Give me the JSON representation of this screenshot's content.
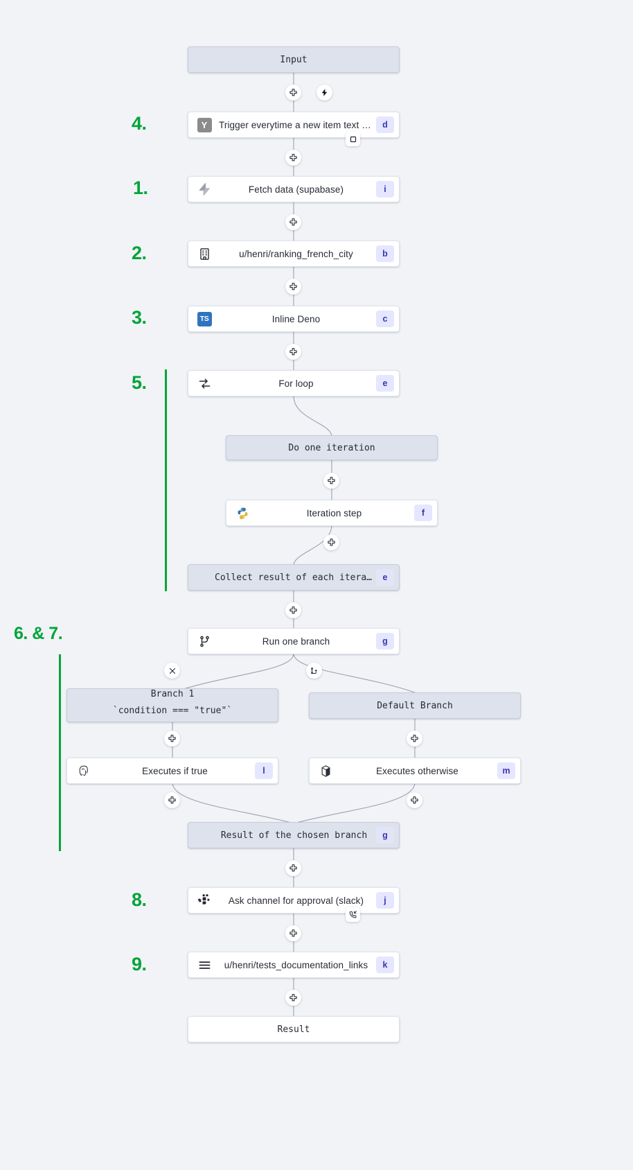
{
  "diagram": {
    "type": "workflow-flowchart",
    "background_color": "#f1f3f7",
    "accent_color": "#00a438",
    "badge_color": "#e5e6ff",
    "badge_text_color": "#3b35b5"
  },
  "step_numbers": [
    {
      "text": "4.",
      "for_node": "trigger"
    },
    {
      "text": "1.",
      "for_node": "fetch-data"
    },
    {
      "text": "2.",
      "for_node": "ranking-french-city"
    },
    {
      "text": "3.",
      "for_node": "inline-deno"
    },
    {
      "text": "5.",
      "for_node": "for-loop"
    },
    {
      "text": "6. & 7.",
      "for_node": "run-one-branch"
    },
    {
      "text": "8.",
      "for_node": "ask-channel-approval"
    },
    {
      "text": "9.",
      "for_node": "tests-documentation-links"
    }
  ],
  "nodes": {
    "input": {
      "label": "Input",
      "style": "grey",
      "mono": true,
      "badge": ""
    },
    "trigger": {
      "label": "Trigger everytime a new item text o…",
      "style": "white",
      "mono": false,
      "badge": "d",
      "icon": "yaml-y-icon"
    },
    "fetch_data": {
      "label": "Fetch data (supabase)",
      "style": "white",
      "mono": false,
      "badge": "i",
      "icon": "supabase-icon"
    },
    "ranking_french_city": {
      "label": "u/henri/ranking_french_city",
      "style": "white",
      "mono": false,
      "badge": "b",
      "icon": "building-icon"
    },
    "inline_deno": {
      "label": "Inline Deno",
      "style": "white",
      "mono": false,
      "badge": "c",
      "icon": "typescript-icon"
    },
    "for_loop": {
      "label": "For loop",
      "style": "white",
      "mono": false,
      "badge": "e",
      "icon": "loop-icon"
    },
    "do_one_iteration": {
      "label": "Do one iteration",
      "style": "grey",
      "mono": true,
      "badge": ""
    },
    "iteration_step": {
      "label": "Iteration step",
      "style": "white",
      "mono": false,
      "badge": "f",
      "icon": "python-icon"
    },
    "collect_result": {
      "label": "Collect result of each iteration",
      "style": "grey",
      "mono": true,
      "badge": "e"
    },
    "run_one_branch": {
      "label": "Run one branch",
      "style": "white",
      "mono": false,
      "badge": "g",
      "icon": "git-branch-icon"
    },
    "branch_1": {
      "label_line1": "Branch 1",
      "label_line2": "`condition === \"true\"`",
      "style": "grey",
      "mono": true,
      "badge": ""
    },
    "default_branch": {
      "label": "Default Branch",
      "style": "grey",
      "mono": true,
      "badge": ""
    },
    "executes_if_true": {
      "label": "Executes if true",
      "style": "white",
      "mono": false,
      "badge": "l",
      "icon": "postgresql-icon"
    },
    "executes_otherwise": {
      "label": "Executes otherwise",
      "style": "white",
      "mono": false,
      "badge": "m",
      "icon": "docker-box-icon"
    },
    "result_chosen_branch": {
      "label": "Result of the chosen branch",
      "style": "grey",
      "mono": true,
      "badge": "g"
    },
    "ask_channel_approval": {
      "label": "Ask channel for approval (slack)",
      "style": "white",
      "mono": false,
      "badge": "j",
      "icon": "slack-icon"
    },
    "tests_documentation_links": {
      "label": "u/henri/tests_documentation_links",
      "style": "white",
      "mono": false,
      "badge": "k",
      "icon": "hamburger-icon"
    },
    "result": {
      "label": "Result",
      "style": "white",
      "mono": true,
      "badge": ""
    }
  },
  "handles": {
    "plus": "plus-icon",
    "bolt": "lightning-bolt-icon",
    "stop": "stop-square-icon",
    "close": "close-x-icon",
    "add_branch": "add-branch-icon",
    "approval": "phone-callback-icon"
  }
}
